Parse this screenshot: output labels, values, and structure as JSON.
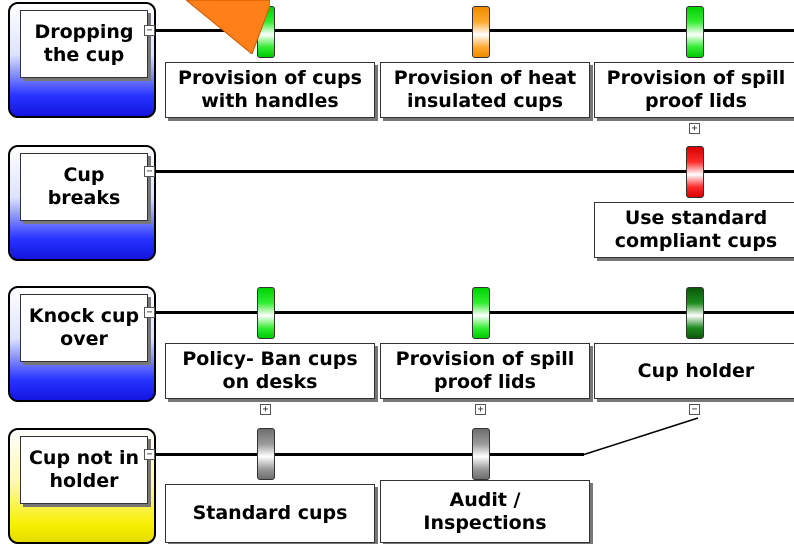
{
  "colors": {
    "threat_blue": "#1f2bff",
    "threat_yellow": "#f4ec00",
    "pointer_orange": "#ff7f1a",
    "indicator_green": "#00d100",
    "indicator_orange": "#f08a00",
    "indicator_red": "#d80000",
    "indicator_dark_green": "#0b5a0b",
    "indicator_grey": "#808080"
  },
  "threats": [
    {
      "label": "Dropping the cup",
      "color": "blue",
      "toggle": "−",
      "barriers": [
        {
          "label": "Provision of cups with handles",
          "indicator": "green"
        },
        {
          "label": "Provision of heat insulated cups",
          "indicator": "orange"
        },
        {
          "label": "Provision of spill proof lids",
          "indicator": "green",
          "toggle": "+"
        }
      ]
    },
    {
      "label": "Cup breaks",
      "color": "blue",
      "toggle": "−",
      "barriers": [
        {
          "label": "Use standard compliant cups",
          "indicator": "red"
        }
      ]
    },
    {
      "label": "Knock cup over",
      "color": "blue",
      "toggle": "−",
      "barriers": [
        {
          "label": "Policy- Ban cups on desks",
          "indicator": "green",
          "toggle": "+"
        },
        {
          "label": "Provision of spill proof lids",
          "indicator": "green",
          "toggle": "+"
        },
        {
          "label": "Cup holder",
          "indicator": "dark-green",
          "toggle": "−"
        }
      ]
    },
    {
      "label": "Cup not in holder",
      "color": "yellow",
      "toggle": "−",
      "barriers": [
        {
          "label": "Standard cups",
          "indicator": "grey"
        },
        {
          "label": "Audit / Inspections",
          "indicator": "grey"
        }
      ]
    }
  ]
}
